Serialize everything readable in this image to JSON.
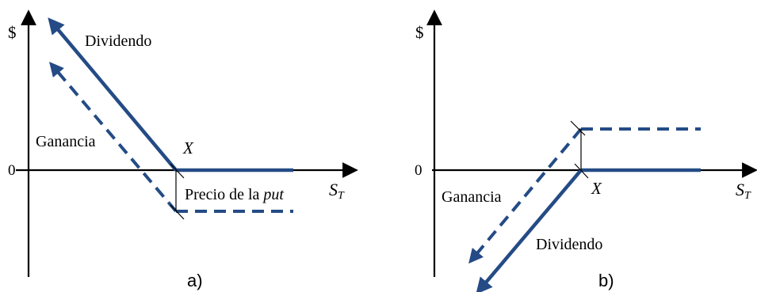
{
  "colors": {
    "payoff": "#244b85",
    "axis": "#000000"
  },
  "panel_a": {
    "caption": "a)",
    "y_axis_label": "$",
    "zero_label": "0",
    "x_axis_label_main": "S",
    "x_axis_label_sub": "T",
    "strike_label": "X",
    "payoff_label": "Dividendo",
    "profit_label": "Ganancia",
    "premium_label_prefix": "Precio de la ",
    "premium_label_italic": "put"
  },
  "panel_b": {
    "caption": "b)",
    "y_axis_label": "$",
    "zero_label": "0",
    "x_axis_label_main": "S",
    "x_axis_label_sub": "T",
    "strike_label": "X",
    "payoff_label": "Dividendo",
    "profit_label": "Ganancia"
  }
}
